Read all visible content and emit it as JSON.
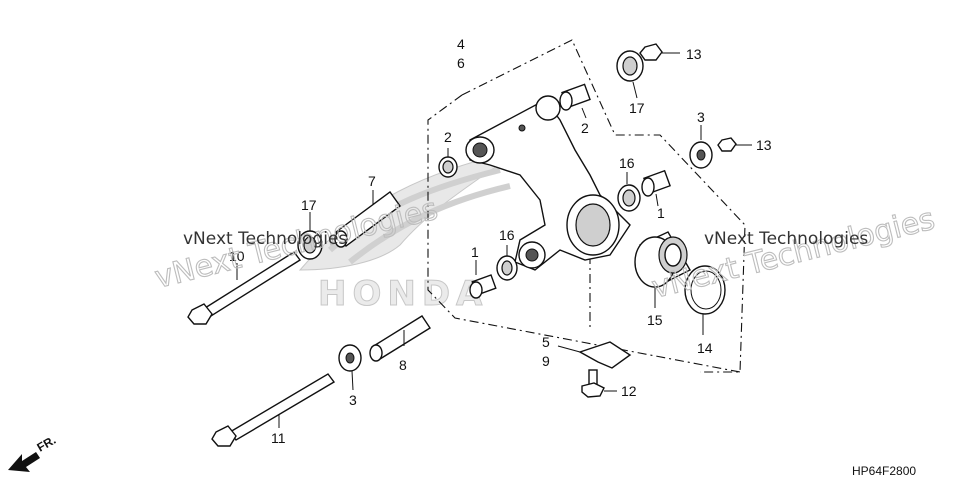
{
  "part_numbers": {
    "n4": "4",
    "n6": "6",
    "n13a": "13",
    "n17a": "17",
    "n2a": "2",
    "n2b": "2",
    "n3a": "3",
    "n13b": "13",
    "n16a": "16",
    "n1a": "1",
    "n7": "7",
    "n17b": "17",
    "n10": "10",
    "n16b": "16",
    "n1b": "1",
    "n15": "15",
    "n14": "14",
    "n5": "5",
    "n9": "9",
    "n8": "8",
    "n12": "12",
    "n3b": "3",
    "n11": "11"
  },
  "watermarks": {
    "left_small": "vNext Technologies",
    "right_small": "vNext Technologies",
    "left_outline": "vNext Technologies",
    "right_outline": "vNext Technologies"
  },
  "brand_logo": "HONDA",
  "diagram_code": "HP64F2800",
  "direction_label": "FR.",
  "colors": {
    "ink": "#111111",
    "shading": "#cfcfcf",
    "watermark_outline": "#bdbdbd"
  }
}
